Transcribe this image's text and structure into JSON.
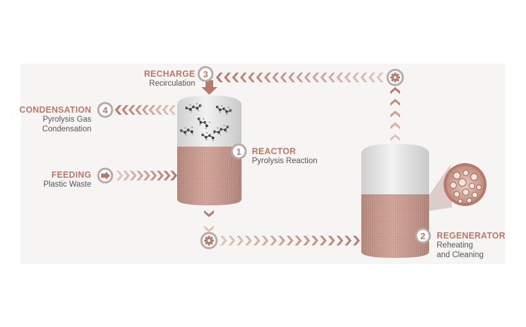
{
  "colors": {
    "accent": "#b57a6c",
    "accent_light": "#dcc3bc",
    "tank_fill": "#cf9e92",
    "tank_top": "#dedede",
    "badge": "#b8aaa6",
    "text_dark": "#555555"
  },
  "steps": {
    "reactor": {
      "number": "1",
      "title": "REACTOR",
      "lines": [
        "Pyrolysis Reaction"
      ]
    },
    "regenerator": {
      "number": "2",
      "title": "REGENERATOR",
      "lines": [
        "Reheating",
        "and Cleaning"
      ]
    },
    "recharge": {
      "number": "3",
      "title": "RECHARGE",
      "lines": [
        "Recirculation"
      ]
    },
    "condensation": {
      "number": "4",
      "title": "CONDENSATION",
      "lines": [
        "Pyrolysis Gas",
        "Condensation"
      ]
    },
    "feeding": {
      "title": "FEEDING",
      "lines": [
        "Plastic Waste"
      ]
    }
  },
  "icons": {
    "pump_bottom": "gear-icon",
    "pump_top": "gear-icon",
    "feed": "arrow-right-icon",
    "porous_particle": "porous-catalyst-icon",
    "molecules": "molecule-icon"
  }
}
